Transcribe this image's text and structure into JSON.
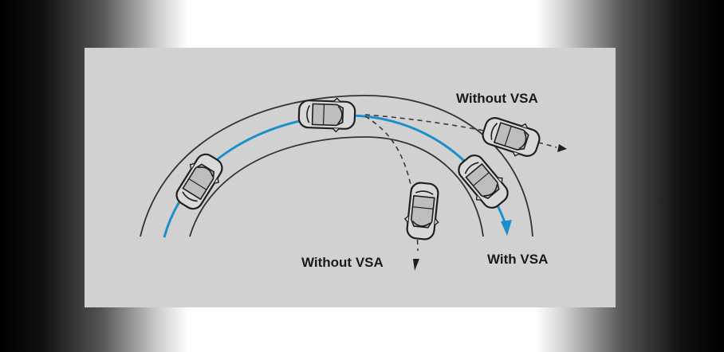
{
  "labels": {
    "without_vsa_top": "Without VSA",
    "without_vsa_bottom": "Without VSA",
    "with_vsa": "With VSA"
  },
  "colors": {
    "panel": "#d1d1d1",
    "road_edge": "#333333",
    "vsa_path": "#1a8fc9",
    "car_body": "#d9d9d9",
    "car_outline": "#1f1f1f",
    "dashed_path": "#3a3a3a"
  },
  "icons": [
    "car-icon",
    "arrow-icon"
  ]
}
